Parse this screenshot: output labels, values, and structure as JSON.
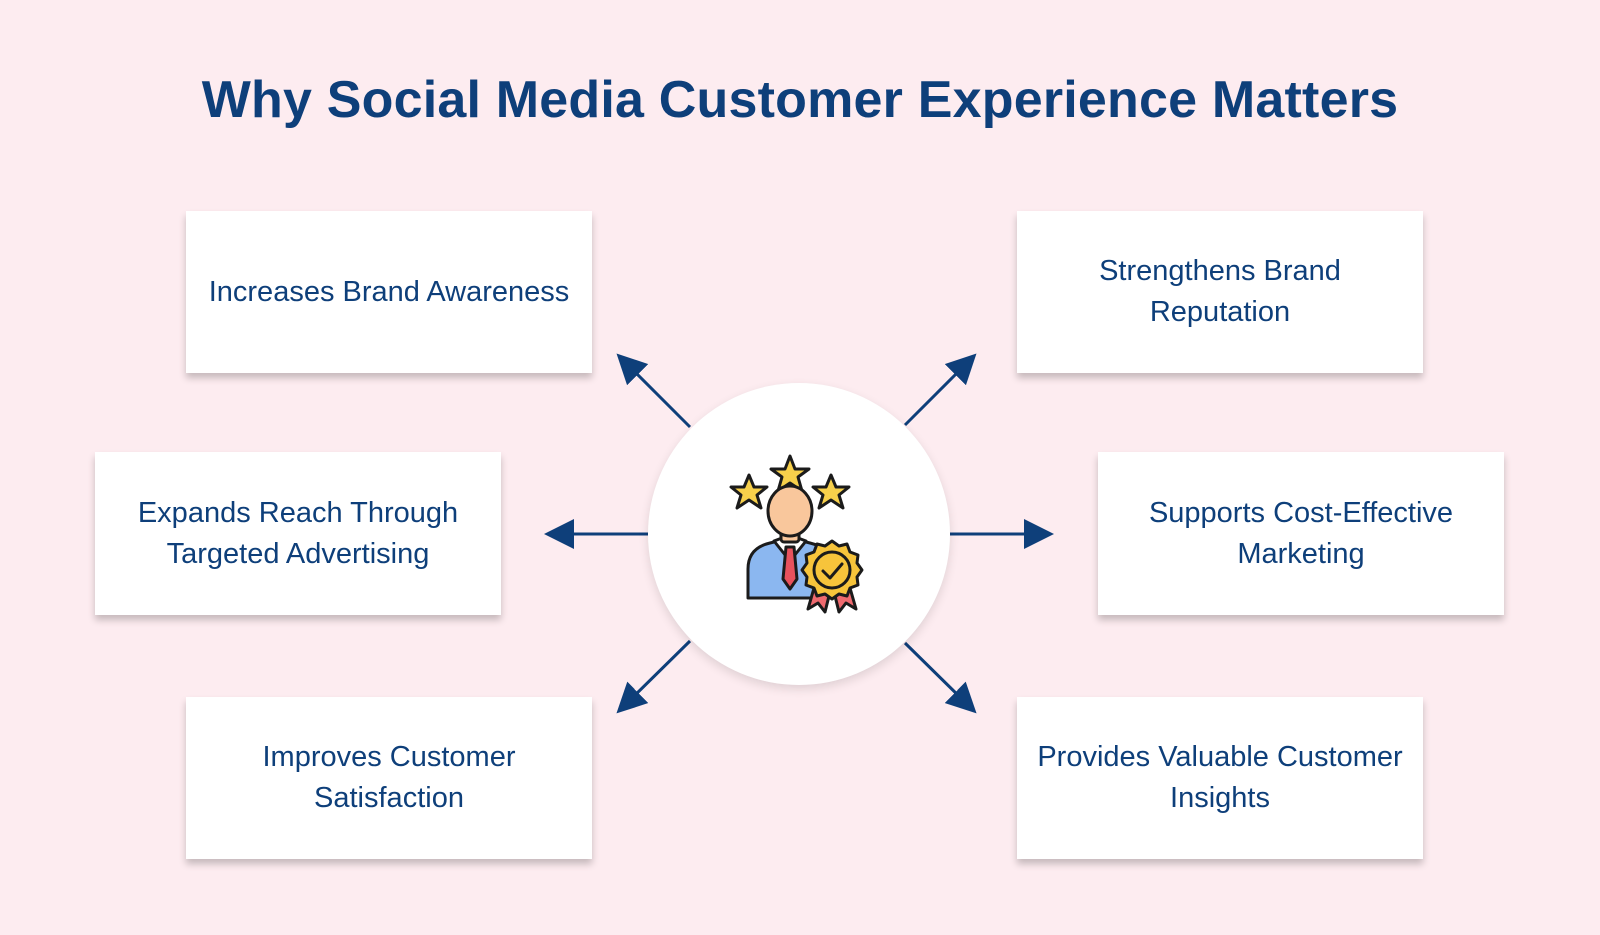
{
  "title": "Why Social Media Customer Experience Matters",
  "center": {
    "icon": "customer-award-icon"
  },
  "items": [
    {
      "id": "top-left",
      "label": "Increases Brand Awareness"
    },
    {
      "id": "mid-left",
      "label": "Expands Reach Through Targeted Advertising"
    },
    {
      "id": "bottom-left",
      "label": "Improves Customer Satisfaction"
    },
    {
      "id": "top-right",
      "label": "Strengthens Brand Reputation"
    },
    {
      "id": "mid-right",
      "label": "Supports Cost-Effective Marketing"
    },
    {
      "id": "bottom-right",
      "label": "Provides Valuable Customer Insights"
    }
  ],
  "colors": {
    "background": "#fdecf0",
    "primary": "#0e3f7a",
    "card": "#ffffff",
    "star": "#f7d04b",
    "skin": "#f9c79c",
    "suit": "#8bb7f0",
    "tie": "#e8525d",
    "badge": "#f7c43b",
    "ribbon": "#ef6a6f"
  }
}
